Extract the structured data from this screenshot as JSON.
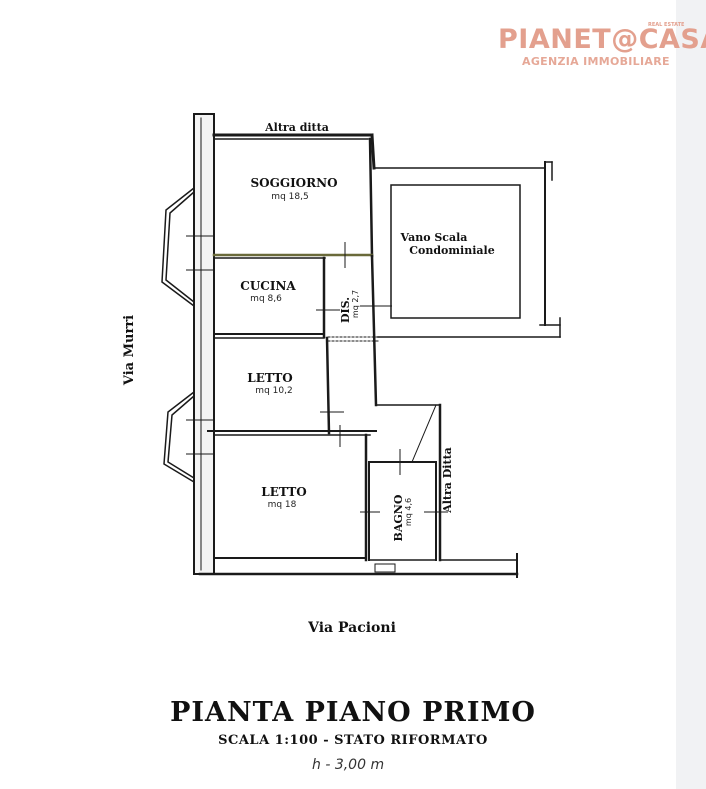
{
  "logo": {
    "name": "PIANET@CASA",
    "tagline": "REAL ESTATE",
    "subtitle": "AGENZIA IMMOBILIARE"
  },
  "streets": {
    "left": "Via Murri",
    "bottom": "Via Pacioni",
    "top": "Altra ditta",
    "right": "Altra Ditta"
  },
  "stairwell": {
    "line1": "Vano Scala",
    "line2": "Condominiale"
  },
  "rooms": [
    {
      "name": "SOGGIORNO",
      "area": "mq 18,5"
    },
    {
      "name": "CUCINA",
      "area": "mq 8,6"
    },
    {
      "name": "DIS.",
      "area": "mq 2,7"
    },
    {
      "name": "LETTO",
      "area": "mq 10,2"
    },
    {
      "name": "LETTO",
      "area": "mq 18"
    },
    {
      "name": "BAGNO",
      "area": "mq 4,6"
    }
  ],
  "title": "PIANTA PIANO PRIMO",
  "subtitle": "SCALA 1:100 - STATO RIFORMATO",
  "height_note": "h - 3,00 m"
}
